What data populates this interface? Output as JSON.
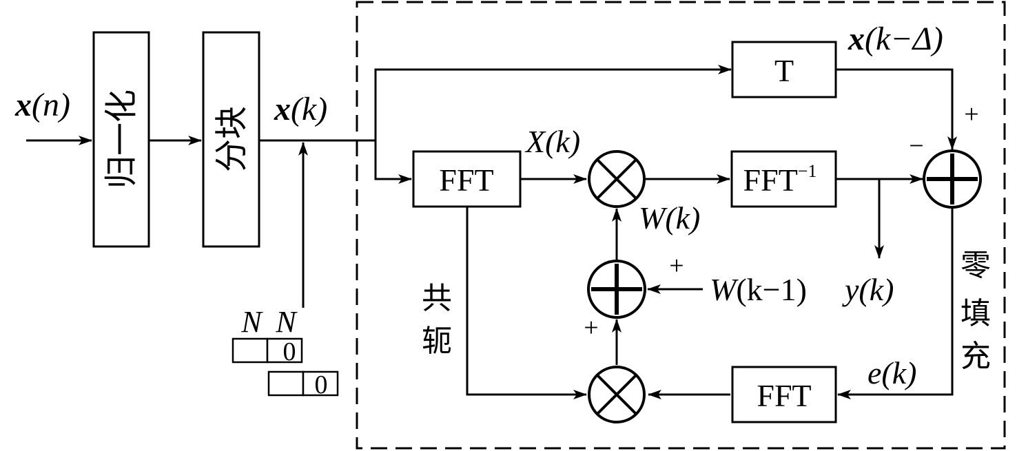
{
  "blocks": {
    "normalize": "归一化",
    "partition": "分块",
    "fft1": "FFT",
    "ifft_base": "FFT",
    "ifft_sup": "−1",
    "delay": "T",
    "fft2": "FFT"
  },
  "signals": {
    "x_n_bold": "x",
    "x_n_arg": "(n)",
    "x_k_bold": "x",
    "x_k_arg": "(k)",
    "x_delta_bold": "x",
    "x_delta_arg": "(k−Δ)",
    "X_k": "X(k)",
    "W_k": "W(k)",
    "W_k1_it": "W",
    "W_k1_arg": "(k−1)",
    "y_k_it": "y",
    "y_k_arg": "(k)",
    "e_k_it": "e",
    "e_k_arg": "(k)"
  },
  "labels": {
    "conj_1": "共",
    "conj_2": "轭",
    "zero_1": "零",
    "zero_2": "填",
    "zero_3": "充",
    "N_left": "N",
    "N_right": "N",
    "zero_top": "0",
    "zero_bottom": "0"
  },
  "signs": {
    "plus_delta": "+",
    "minus_y": "−",
    "plus_wprev": "+",
    "plus_update": "+"
  }
}
